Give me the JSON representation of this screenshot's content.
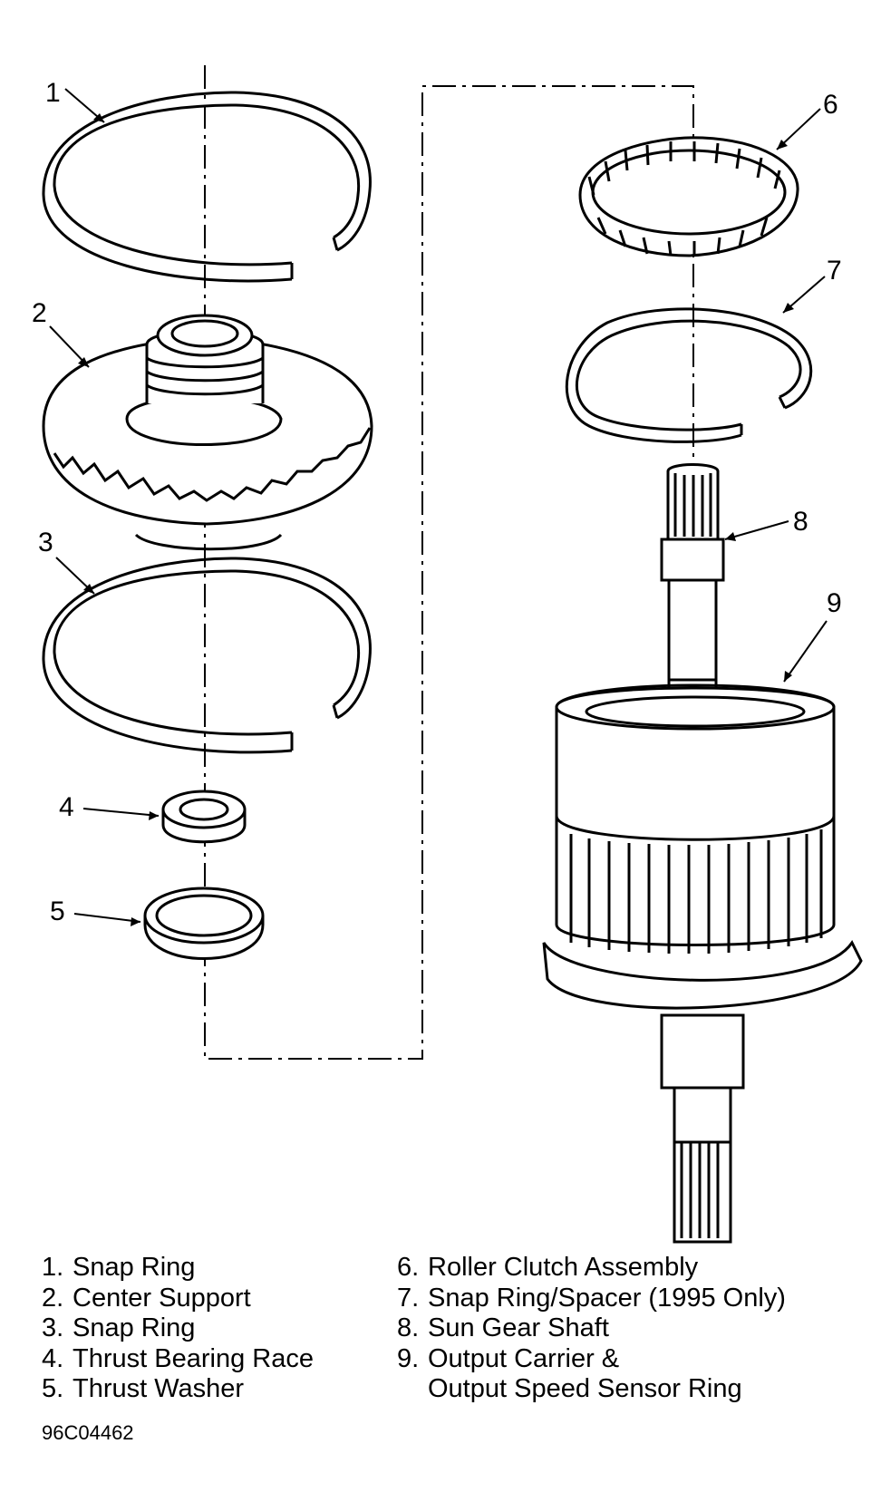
{
  "callouts": [
    "1",
    "2",
    "3",
    "4",
    "5",
    "6",
    "7",
    "8",
    "9"
  ],
  "legend": {
    "left": [
      {
        "num": "1.",
        "text": "Snap Ring"
      },
      {
        "num": "2.",
        "text": "Center Support"
      },
      {
        "num": "3.",
        "text": "Snap Ring"
      },
      {
        "num": "4.",
        "text": "Thrust Bearing Race"
      },
      {
        "num": "5.",
        "text": "Thrust Washer"
      }
    ],
    "right": [
      {
        "num": "6.",
        "text": "Roller Clutch Assembly"
      },
      {
        "num": "7.",
        "text": "Snap Ring/Spacer (1995 Only)"
      },
      {
        "num": "8.",
        "text": "Sun Gear Shaft"
      },
      {
        "num": "9.",
        "text": "Output Carrier &"
      },
      {
        "num": "",
        "text": "Output Speed Sensor Ring"
      }
    ]
  },
  "figure_code": "96C04462"
}
